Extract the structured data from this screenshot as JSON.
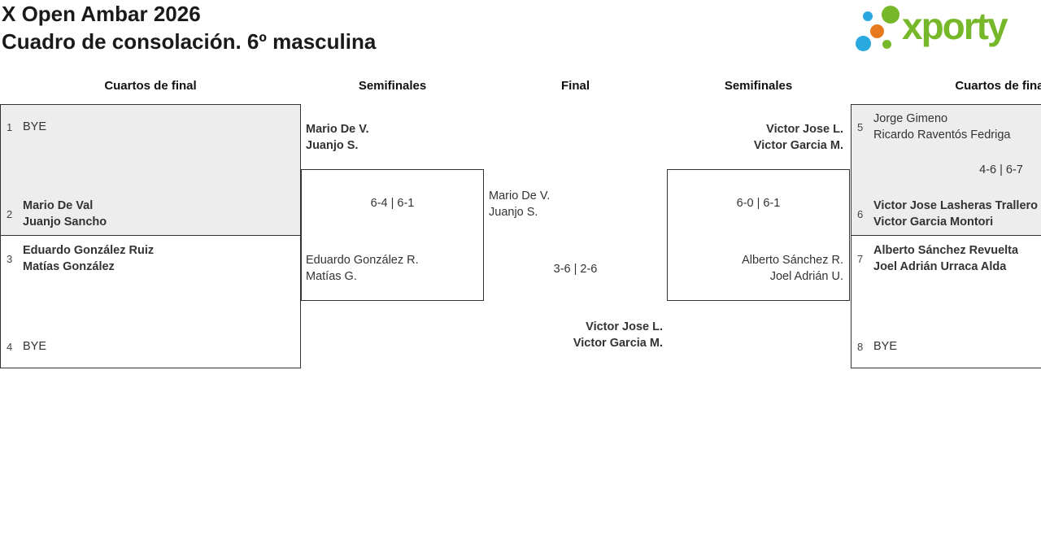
{
  "header": {
    "title_line1": "X Open Ambar 2026",
    "title_line2": "Cuadro de consolación. 6º masculina"
  },
  "logo": {
    "text": "xporty",
    "brand_green": "#76b82a",
    "brand_blue": "#29a9e0",
    "brand_orange": "#e8791e"
  },
  "columns": [
    "Cuartos de final",
    "Semifinales",
    "Final",
    "Semifinales",
    "Cuartos de final"
  ],
  "matches": {
    "qf_left_1": {
      "p1": {
        "seed": "1",
        "line1": "BYE"
      },
      "p2": {
        "seed": "2",
        "line1": "Mario De Val",
        "line2": "Juanjo Sancho"
      }
    },
    "qf_left_2": {
      "p1": {
        "seed": "3",
        "line1": "Eduardo González Ruiz",
        "line2": "Matías González"
      },
      "p2": {
        "seed": "4",
        "line1": "BYE"
      }
    },
    "sf_left": {
      "p1": {
        "line1": "Mario De V.",
        "line2": "Juanjo S."
      },
      "score": "6-4 | 6-1",
      "p2": {
        "line1": "Eduardo González R.",
        "line2": "Matías G."
      }
    },
    "final": {
      "p1": {
        "line1": "Mario De V.",
        "line2": "Juanjo S."
      },
      "score": "3-6 | 2-6",
      "p2": {
        "line1": "Victor Jose L.",
        "line2": "Victor Garcia M."
      }
    },
    "sf_right": {
      "p1": {
        "line1": "Victor Jose L.",
        "line2": "Victor Garcia M."
      },
      "score": "6-0 | 6-1",
      "p2": {
        "line1": "Alberto Sánchez R.",
        "line2": "Joel Adrián U."
      }
    },
    "qf_right_1": {
      "p1": {
        "seed": "5",
        "line1": "Jorge Gimeno",
        "line2": "Ricardo Raventós Fedriga"
      },
      "score": "4-6 | 6-7",
      "p2": {
        "seed": "6",
        "line1": "Victor Jose Lasheras Trallero",
        "line2": "Victor Garcia Montori"
      }
    },
    "qf_right_2": {
      "p1": {
        "seed": "7",
        "line1": "Alberto Sánchez Revuelta",
        "line2": "Joel Adrián Urraca Alda"
      },
      "p2": {
        "seed": "8",
        "line1": "BYE"
      }
    }
  }
}
